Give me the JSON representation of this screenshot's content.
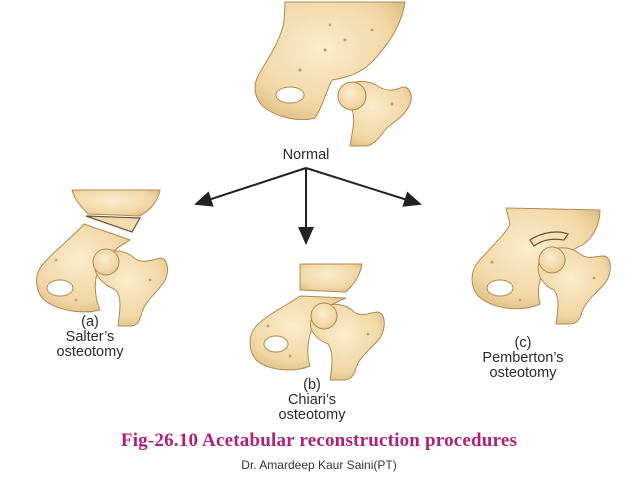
{
  "title": "Fig-26.10  Acetabular reconstruction procedures",
  "credit": "Dr. Amardeep Kaur Saini(PT)",
  "labels": {
    "normal": "Normal",
    "salter_letter": "(a)",
    "salter_line1": "Salter’s",
    "salter_line2": "osteotomy",
    "chiari_letter": "(b)",
    "chiari_line1": "Chiari’s",
    "chiari_line2": "osteotomy",
    "pemberton_letter": "(c)",
    "pemberton_line1": "Pemberton’s",
    "pemberton_line2": "osteotomy"
  },
  "colors": {
    "bone_fill": "#f2dcae",
    "bone_shade": "#c9a36a",
    "outline": "#a98450",
    "arrow": "#222222",
    "caption": "#b0207a"
  }
}
